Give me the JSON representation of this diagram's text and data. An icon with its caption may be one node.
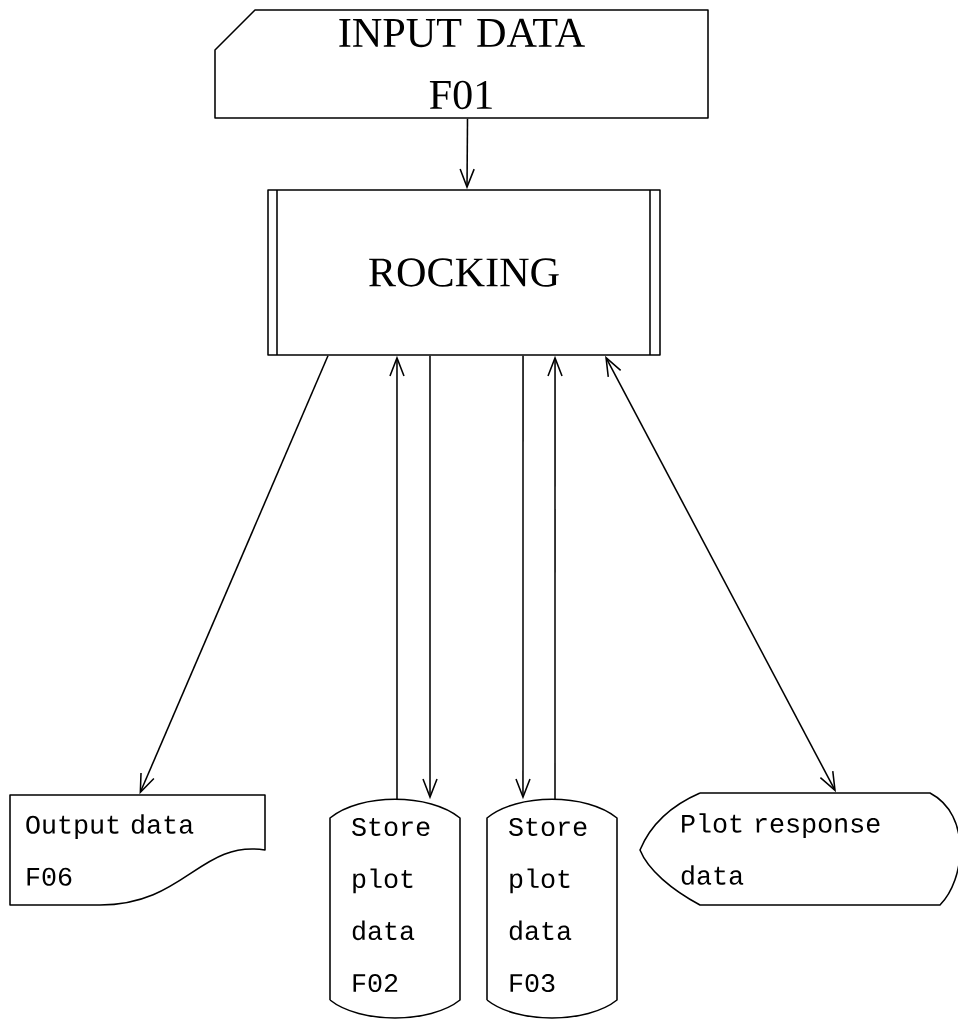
{
  "diagram": {
    "nodes": [
      {
        "text": [
          "INPUT DATA",
          "F01"
        ]
      },
      {
        "text": [
          "ROCKING"
        ]
      },
      {
        "text": [
          "Output data F06"
        ]
      },
      {
        "text": [
          "Store plot data F02"
        ]
      },
      {
        "text": [
          "Store plot data F03"
        ]
      },
      {
        "text": [
          "Plot response data"
        ]
      }
    ],
    "edges": [
      {
        "from": 0,
        "to": 1,
        "arrow": "to"
      },
      {
        "from": 1,
        "to": 2,
        "arrow": "to"
      },
      {
        "from": 3,
        "to": 1,
        "arrow": "to"
      },
      {
        "from": 1,
        "to": 3,
        "arrow": "to"
      },
      {
        "from": 1,
        "to": 4,
        "arrow": "to"
      },
      {
        "from": 4,
        "to": 1,
        "arrow": "to"
      },
      {
        "from": 1,
        "to": 5,
        "arrow": "both"
      }
    ]
  }
}
